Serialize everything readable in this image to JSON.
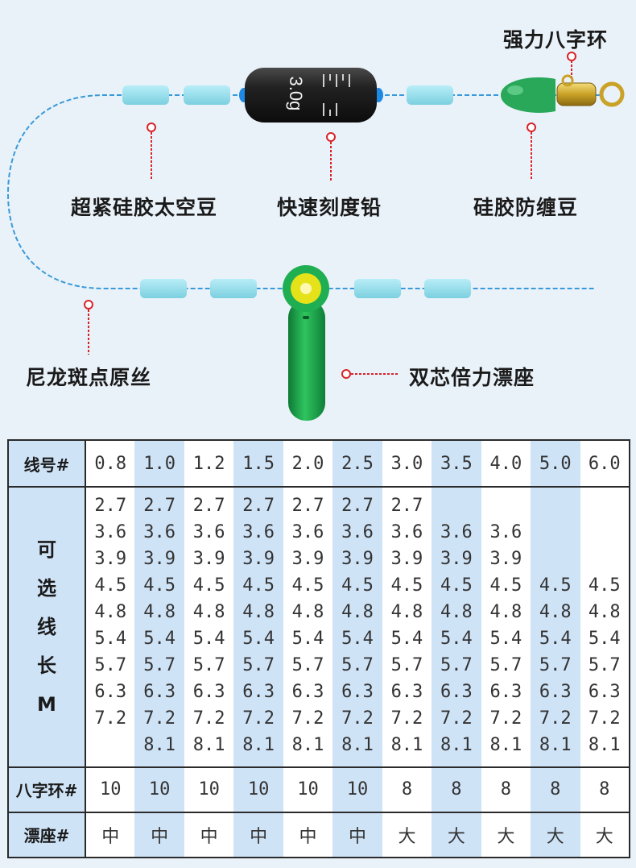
{
  "diagram": {
    "labels": {
      "swivel": "强力八字环",
      "space_beans": "超紧硅胶太空豆",
      "sinker": "快速刻度铅",
      "anti_tangle": "硅胶防缠豆",
      "main_line": "尼龙斑点原丝",
      "float_seat": "双芯倍力漂座"
    },
    "sinker_weight": "3.0g"
  },
  "table": {
    "headers": {
      "line_number": "线号#",
      "length": [
        "可",
        "选",
        "线",
        "长",
        "M"
      ],
      "swivel": "八字环#",
      "seat": "漂座#"
    },
    "line_numbers": [
      "0.8",
      "1.0",
      "1.2",
      "1.5",
      "2.0",
      "2.5",
      "3.0",
      "3.5",
      "4.0",
      "5.0",
      "6.0"
    ],
    "lengths": [
      [
        "2.7",
        "3.6",
        "3.9",
        "4.5",
        "4.8",
        "5.4",
        "5.7",
        "6.3",
        "7.2",
        ""
      ],
      [
        "2.7",
        "3.6",
        "3.9",
        "4.5",
        "4.8",
        "5.4",
        "5.7",
        "6.3",
        "7.2",
        "8.1"
      ],
      [
        "2.7",
        "3.6",
        "3.9",
        "4.5",
        "4.8",
        "5.4",
        "5.7",
        "6.3",
        "7.2",
        "8.1"
      ],
      [
        "2.7",
        "3.6",
        "3.9",
        "4.5",
        "4.8",
        "5.4",
        "5.7",
        "6.3",
        "7.2",
        "8.1"
      ],
      [
        "2.7",
        "3.6",
        "3.9",
        "4.5",
        "4.8",
        "5.4",
        "5.7",
        "6.3",
        "7.2",
        "8.1"
      ],
      [
        "2.7",
        "3.6",
        "3.9",
        "4.5",
        "4.8",
        "5.4",
        "5.7",
        "6.3",
        "7.2",
        "8.1"
      ],
      [
        "2.7",
        "3.6",
        "3.9",
        "4.5",
        "4.8",
        "5.4",
        "5.7",
        "6.3",
        "7.2",
        "8.1"
      ],
      [
        "",
        "3.6",
        "3.9",
        "4.5",
        "4.8",
        "5.4",
        "5.7",
        "6.3",
        "7.2",
        "8.1"
      ],
      [
        "",
        "3.6",
        "3.9",
        "4.5",
        "4.8",
        "5.4",
        "5.7",
        "6.3",
        "7.2",
        "8.1"
      ],
      [
        "",
        "",
        "",
        "4.5",
        "4.8",
        "5.4",
        "5.7",
        "6.3",
        "7.2",
        "8.1"
      ],
      [
        "",
        "",
        "",
        "4.5",
        "4.8",
        "5.4",
        "5.7",
        "6.3",
        "7.2",
        "8.1"
      ]
    ],
    "swivel_sizes": [
      "10",
      "10",
      "10",
      "10",
      "10",
      "10",
      "8",
      "8",
      "8",
      "8",
      "8"
    ],
    "seat_sizes": [
      "中",
      "中",
      "中",
      "中",
      "中",
      "中",
      "大",
      "大",
      "大",
      "大",
      "大"
    ],
    "highlight_columns": [
      1,
      3,
      5,
      7,
      9
    ]
  },
  "colors": {
    "page_bg": "#eaf2f9",
    "header_bg": "#cfe3f7",
    "bead": "#8fd8e8",
    "marker": "#d8232a",
    "seat_green": "#1fae52",
    "seat_yellow": "#e6e21a",
    "swivel_gold": "#c9a227",
    "line_blue": "#3a9ad9"
  }
}
